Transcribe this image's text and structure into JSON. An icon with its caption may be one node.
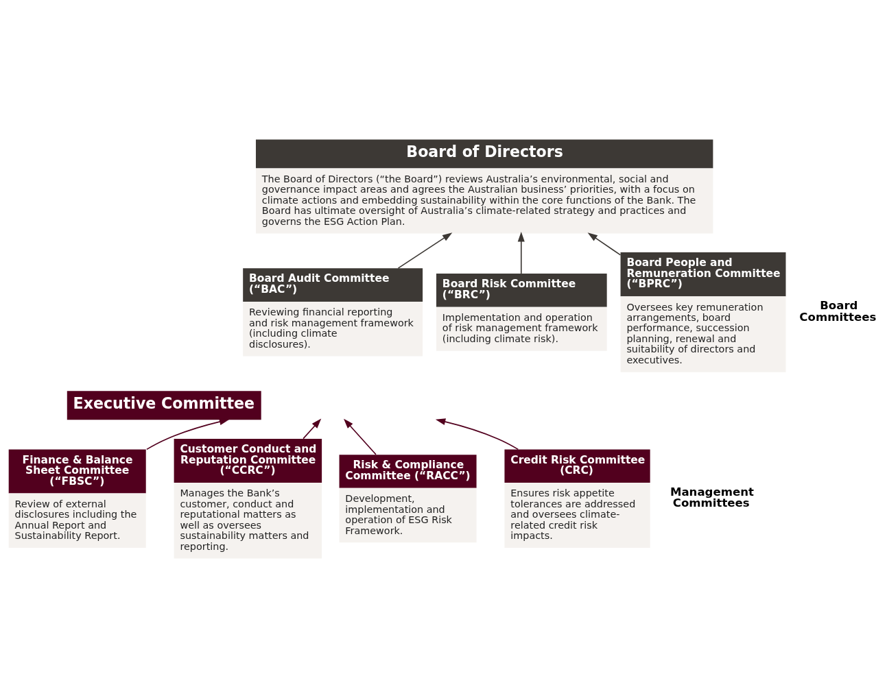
{
  "diagram": {
    "nodes": [
      {
        "text": [
          "Board of Directors",
          "The Board of Directors (“the Board”) reviews Australia’s environmental, social and governance impact areas and agrees the Australian business’ priorities, with a focus on climate actions and embedding sustainability within the core functions of the Bank. The Board has ultimate oversight of Australia’s climate-related strategy and practices and governs the ESG Action Plan."
        ]
      },
      {
        "text": [
          "Board Audit Committee (“BAC”)",
          "Reviewing financial reporting and risk management framework (including climate disclosures)."
        ]
      },
      {
        "text": [
          "Board Risk Committee (“BRC”)",
          "Implementation and operation of risk management framework (including climate risk)."
        ]
      },
      {
        "text": [
          "Board People and Remuneration Committee (“BPRC”)",
          "Oversees key remuneration arrangements, board performance, succession planning, renewal and suitability of directors and executives."
        ]
      },
      {
        "text": [
          "Executive Committee"
        ]
      },
      {
        "text": [
          "Finance & Balance Sheet Committee (“FBSC”)",
          "Review of external disclosures including the Annual Report and Sustainability Report."
        ]
      },
      {
        "text": [
          "Customer Conduct and Reputation Committee (“CCRC”)",
          "Manages the Bank’s customer, conduct and reputational matters as well as oversees sustainability matters and reporting."
        ]
      },
      {
        "text": [
          "Risk & Compliance Committee (“RACC”)",
          "Development, implementation and operation of ESG Risk Framework."
        ]
      },
      {
        "text": [
          "Credit Risk Committee (CRC)",
          "Ensures risk appetite tolerances are addressed and oversees climate-related credit risk impacts."
        ]
      }
    ],
    "edges": [
      {
        "from": 1,
        "to": 0,
        "arrow": "to"
      },
      {
        "from": 2,
        "to": 0,
        "arrow": "to"
      },
      {
        "from": 3,
        "to": 0,
        "arrow": "to"
      },
      {
        "from": 5,
        "to": 4,
        "arrow": "to"
      },
      {
        "from": 6,
        "to": 4,
        "arrow": "to"
      },
      {
        "from": 7,
        "to": 4,
        "arrow": "to"
      },
      {
        "from": 8,
        "to": 4,
        "arrow": "to"
      }
    ],
    "labels": [
      "Board Committees",
      "Management Committees"
    ]
  }
}
